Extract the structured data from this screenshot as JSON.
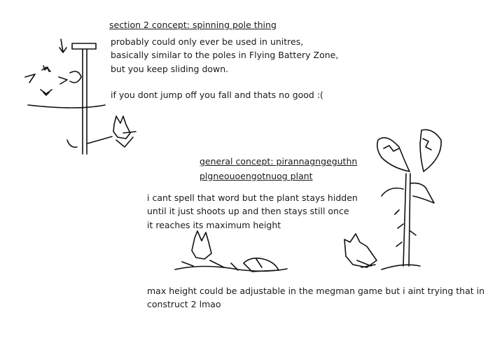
{
  "section2": {
    "heading": "section 2 concept: spinning pole thing",
    "lines": [
      "probably could only ever be used in unitres,",
      "basically similar to the poles in Flying Battery Zone,",
      "but you keep sliding down."
    ],
    "note": "if you dont jump off you fall and thats no good :("
  },
  "general": {
    "heading_line1": "general concept: pirannagngeguthn",
    "heading_line2": "plgneouoengotnuog plant",
    "lines": [
      "i cant spell that word but the plant stays hidden",
      "until it just shoots up and then stays still once",
      "it reaches its maximum height"
    ],
    "footer_line1": "max height could be adjustable in the megman game but i aint trying that in",
    "footer_line2": "construct 2 lmao"
  }
}
